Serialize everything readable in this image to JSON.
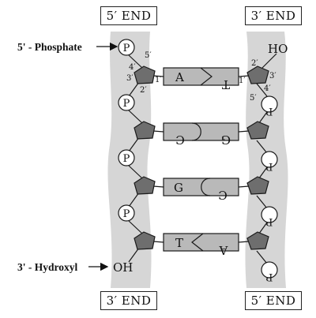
{
  "end_boxes": {
    "top_left": "5′ END",
    "top_right": "3′ END",
    "bottom_left": "3′ END",
    "bottom_right": "5′ END"
  },
  "labels": {
    "phosphate_5": "5' - Phosphate",
    "hydroxyl_3": "3' - Hydroxyl"
  },
  "left_strand": {
    "phosphate_symbol": "P",
    "terminal_group": "OH"
  },
  "right_strand": {
    "phosphate_symbol": "P",
    "terminal_group": "HO"
  },
  "carbon_labels_left": {
    "c5": "5′",
    "c4": "4′",
    "c3": "3′",
    "c2": "2′",
    "c1": "1′"
  },
  "carbon_labels_right": {
    "c2": "2′",
    "c3": "3′",
    "c1": "1′",
    "c4": "4′",
    "c5": "5′"
  },
  "base_pairs": [
    {
      "left": "A",
      "right": "T"
    },
    {
      "left": "C",
      "right": "G"
    },
    {
      "left": "G",
      "right": "C"
    },
    {
      "left": "T",
      "right": "A"
    }
  ],
  "colors": {
    "backbone": "#d6d6d6",
    "sugar": "#6e6e6e",
    "base": "#b9b9b9",
    "outline": "#1a1a1a"
  }
}
